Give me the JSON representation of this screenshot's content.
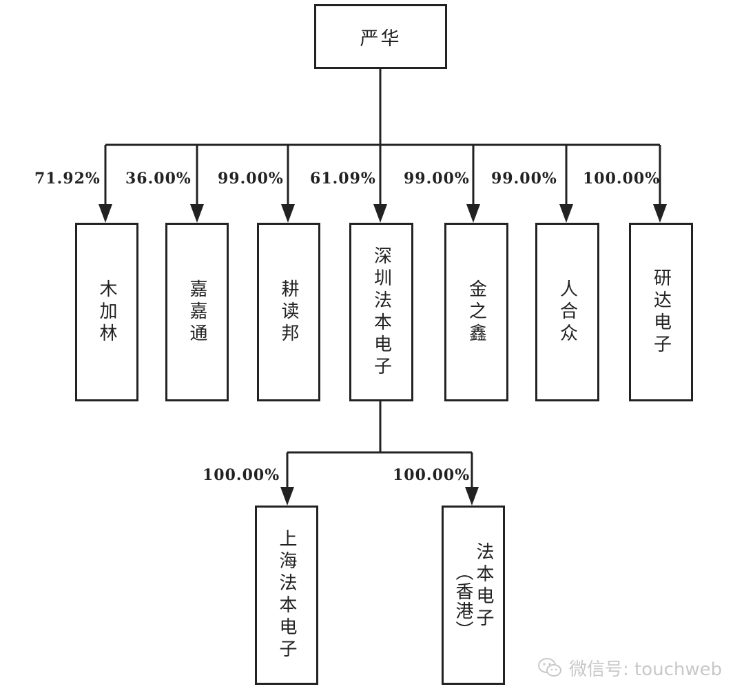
{
  "root": {
    "label": "严华"
  },
  "level1": [
    {
      "id": "mujialin",
      "label": "木加林",
      "pct": "71.92%"
    },
    {
      "id": "jiajiatong",
      "label": "嘉嘉通",
      "pct": "36.00%"
    },
    {
      "id": "gengdubang",
      "label": "耕读邦",
      "pct": "99.00%"
    },
    {
      "id": "shenzhen-faben",
      "label": "深圳法本电子",
      "pct": "61.09%"
    },
    {
      "id": "jinzhixin",
      "label": "金之鑫",
      "pct": "99.00%"
    },
    {
      "id": "renhezhong",
      "label": "人合众",
      "pct": "99.00%"
    },
    {
      "id": "yanda",
      "label": "研达电子",
      "pct": "100.00%"
    }
  ],
  "level2": [
    {
      "id": "shanghai-faben",
      "label": "上海法本电子",
      "pct": "100.00%"
    },
    {
      "id": "hk-faben",
      "label_col1": "法本电子",
      "label_col2": "（香港）",
      "pct": "100.00%"
    }
  ],
  "watermark": {
    "text": "微信号: touchweb",
    "icon": "wechat-icon",
    "color": "#c8c8c8"
  },
  "colors": {
    "line": "#222222",
    "text": "#222222"
  }
}
